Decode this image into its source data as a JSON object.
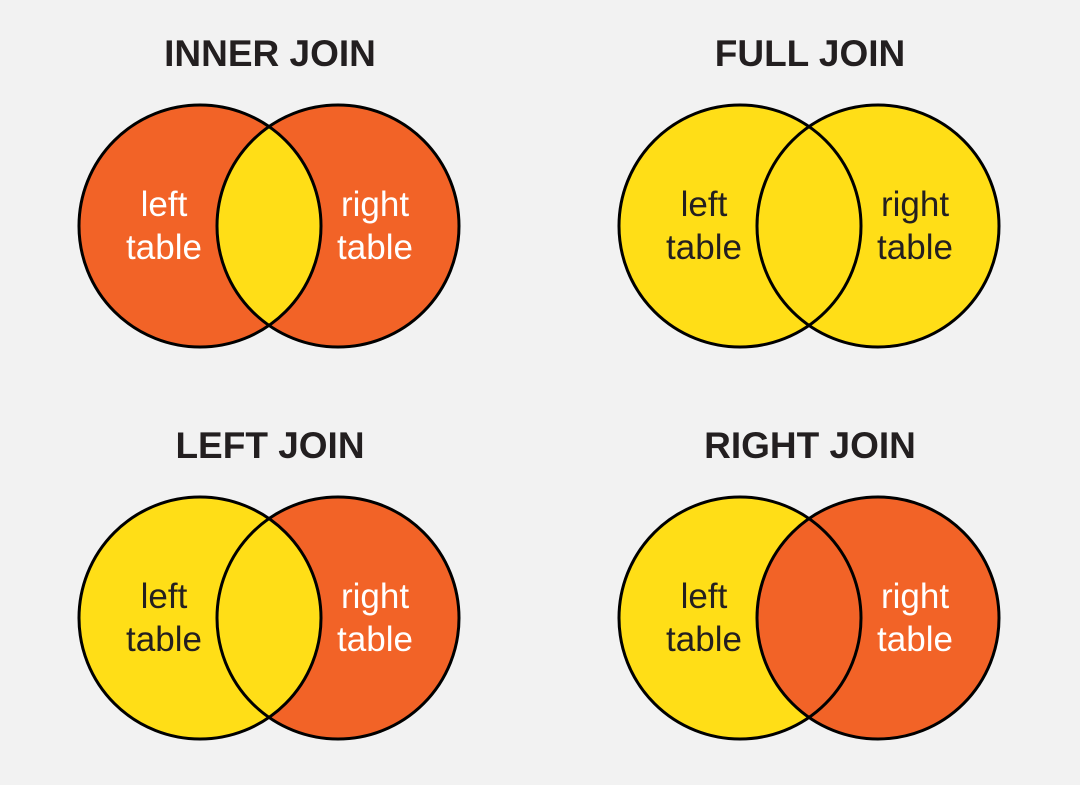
{
  "colors": {
    "background": "#F2F2F2",
    "orange": "#F26327",
    "yellow": "#FFDE17",
    "outline": "#000000",
    "title_text": "#231F20",
    "label_on_orange": "#FFFFFF",
    "label_on_yellow": "#231F20"
  },
  "diagram_type": "sql-join-venn-diagrams",
  "panels": [
    {
      "title": "INNER JOIN",
      "fills": {
        "left": "#F26327",
        "right": "#F26327",
        "overlap": "#FFDE17"
      },
      "left_label_lines": [
        "left",
        "table"
      ],
      "right_label_lines": [
        "right",
        "table"
      ],
      "label_colors": {
        "left": "#FFFFFF",
        "right": "#FFFFFF"
      }
    },
    {
      "title": "FULL JOIN",
      "fills": {
        "left": "#FFDE17",
        "right": "#FFDE17",
        "overlap": "#FFDE17"
      },
      "left_label_lines": [
        "left",
        "table"
      ],
      "right_label_lines": [
        "right",
        "table"
      ],
      "label_colors": {
        "left": "#231F20",
        "right": "#231F20"
      }
    },
    {
      "title": "LEFT JOIN",
      "fills": {
        "left": "#FFDE17",
        "right": "#F26327",
        "overlap": "#FFDE17"
      },
      "left_label_lines": [
        "left",
        "table"
      ],
      "right_label_lines": [
        "right",
        "table"
      ],
      "label_colors": {
        "left": "#231F20",
        "right": "#FFFFFF"
      }
    },
    {
      "title": "RIGHT JOIN",
      "fills": {
        "left": "#FFDE17",
        "right": "#F26327",
        "overlap": "#F26327"
      },
      "left_label_lines": [
        "left",
        "table"
      ],
      "right_label_lines": [
        "right",
        "table"
      ],
      "label_colors": {
        "left": "#231F20",
        "right": "#FFFFFF"
      }
    }
  ]
}
